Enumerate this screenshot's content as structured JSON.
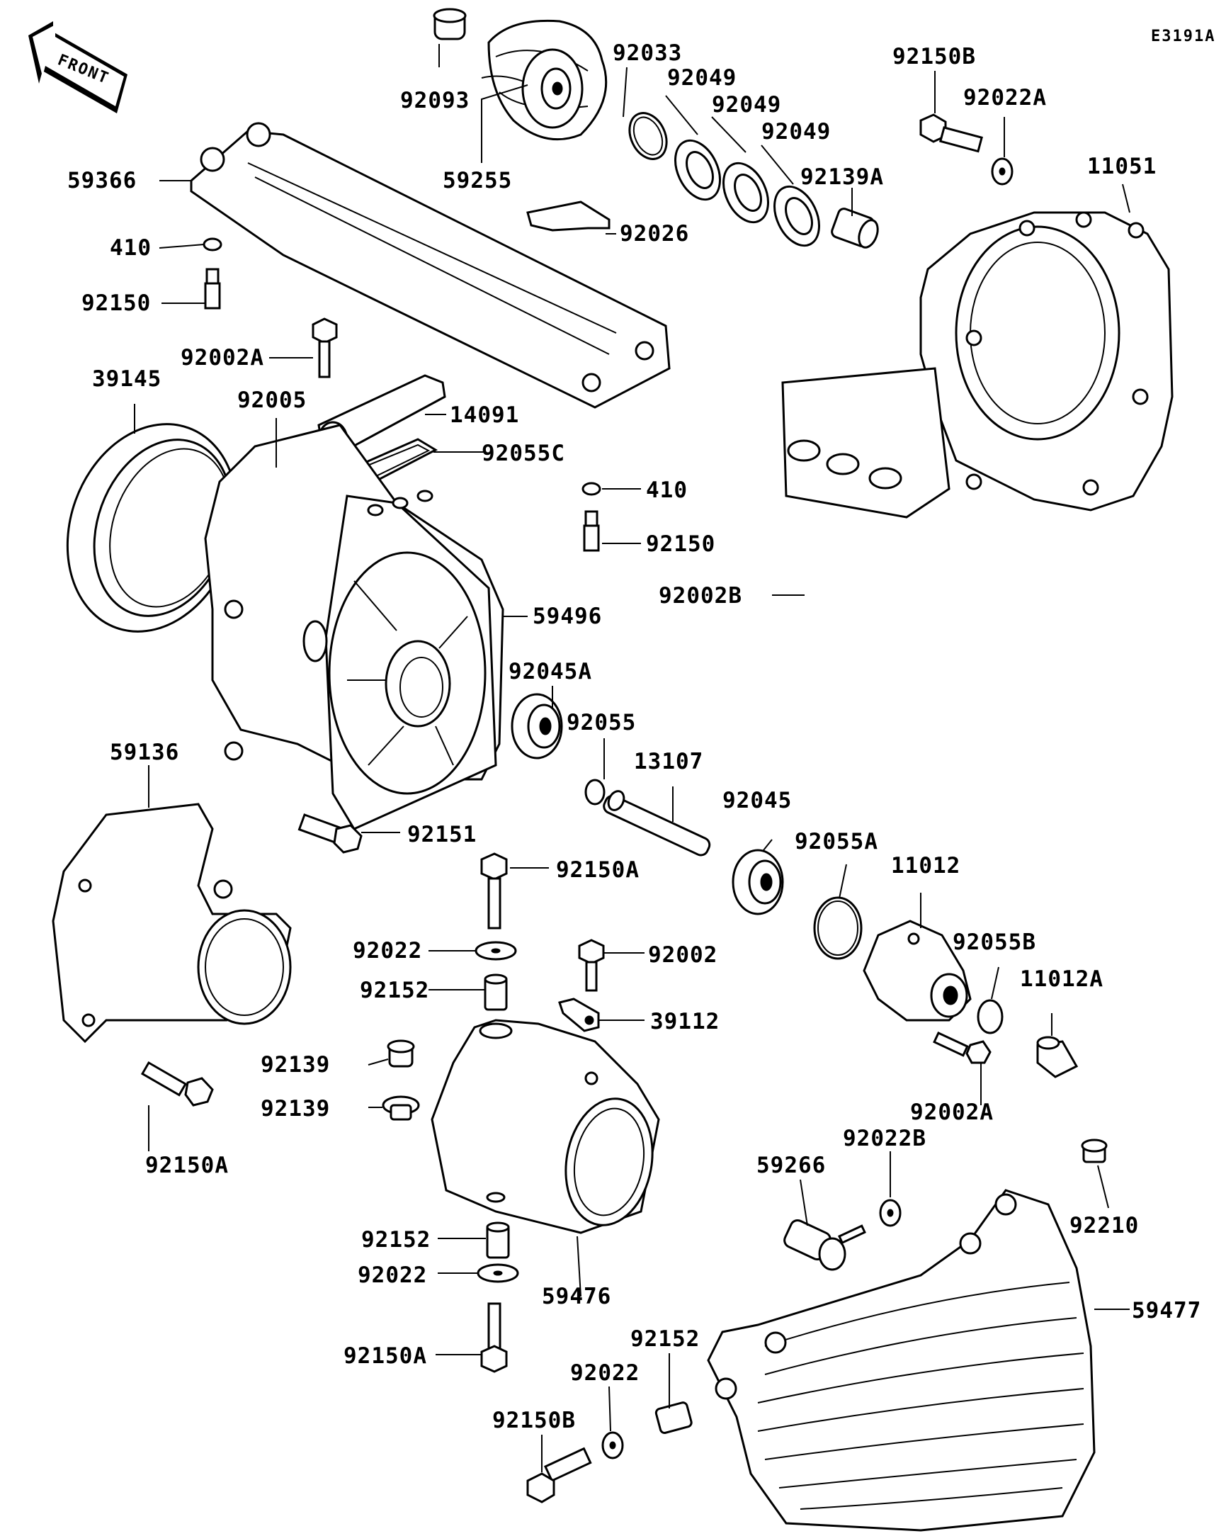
{
  "diagram_code": "E3191A",
  "front_marker": "FRONT",
  "parts": [
    "92093",
    "59255",
    "92033",
    "92049",
    "92049",
    "92049",
    "92139A",
    "92150B",
    "92022A",
    "11051",
    "59366",
    "410",
    "92150",
    "92026",
    "92002A",
    "39145",
    "92005",
    "14091",
    "92055C",
    "410",
    "92150",
    "92002B",
    "59496",
    "92045A",
    "92055",
    "13107",
    "92045",
    "59136",
    "92151",
    "92150A",
    "92055A",
    "11012",
    "92022",
    "92002",
    "92055B",
    "11012A",
    "92152",
    "39112",
    "92139",
    "92139",
    "92002A",
    "92150A",
    "92022B",
    "59266",
    "92210",
    "92152",
    "92022",
    "59476",
    "59477",
    "92150A",
    "92152",
    "92022",
    "92150B"
  ]
}
